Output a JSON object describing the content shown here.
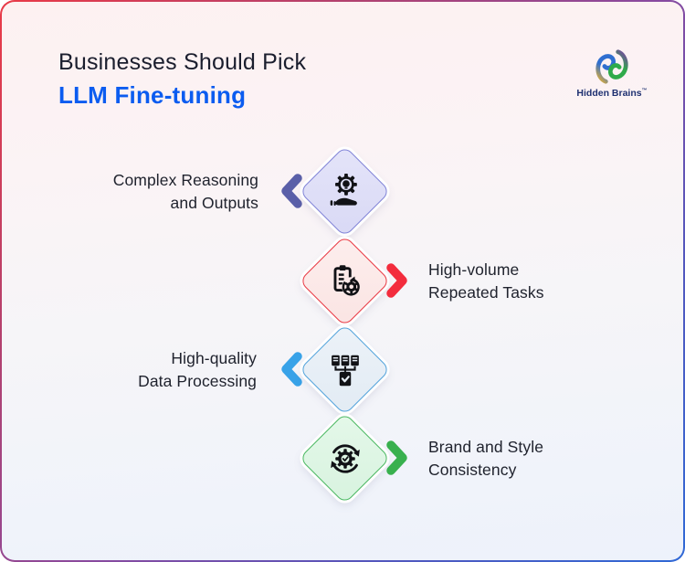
{
  "header": {
    "title_line1": "Businesses Should Pick",
    "title_line2": "LLM Fine-tuning"
  },
  "logo": {
    "brand": "Hidden Brains",
    "trademark": "™",
    "mark_colors": {
      "blue": "#2f6fd0",
      "yellow": "#f0b429",
      "purple": "#7d3fa8",
      "green": "#2faa4a"
    },
    "text_color": "#1e3070"
  },
  "items": [
    {
      "id": "complex-reasoning",
      "line1": "Complex Reasoning",
      "line2": "and Outputs",
      "side": "left",
      "icon": "idea-gear-hand-icon",
      "fill": "#dedff6",
      "border": "#8184d8",
      "arrow_color": "#5a5fa8"
    },
    {
      "id": "high-volume",
      "line1": "High-volume",
      "line2": "Repeated Tasks",
      "side": "right",
      "icon": "clipboard-gear-icon",
      "fill": "#fbe9e8",
      "border": "#ea3a44",
      "arrow_color": "#f32c3d"
    },
    {
      "id": "high-quality",
      "line1": "High-quality",
      "line2": "Data Processing",
      "side": "left",
      "icon": "documents-check-icon",
      "fill": "#e7eef5",
      "border": "#54a4dc",
      "arrow_color": "#38a2e8"
    },
    {
      "id": "brand-style",
      "line1": "Brand and Style",
      "line2": "Consistency",
      "side": "right",
      "icon": "gear-sync-icon",
      "fill": "#def5e4",
      "border": "#4cba62",
      "arrow_color": "#38b04e"
    }
  ],
  "theme": {
    "card_border_gradient": [
      "#e93a47",
      "#8a4a9e",
      "#3069d6"
    ],
    "background_gradient": [
      "#fdf1f1",
      "#f6f5f8",
      "#edf2fb"
    ],
    "title_color": "#1b1e2e",
    "title_accent_color": "#0b5cf0",
    "label_color": "#20232e",
    "icon_color": "#111216"
  }
}
